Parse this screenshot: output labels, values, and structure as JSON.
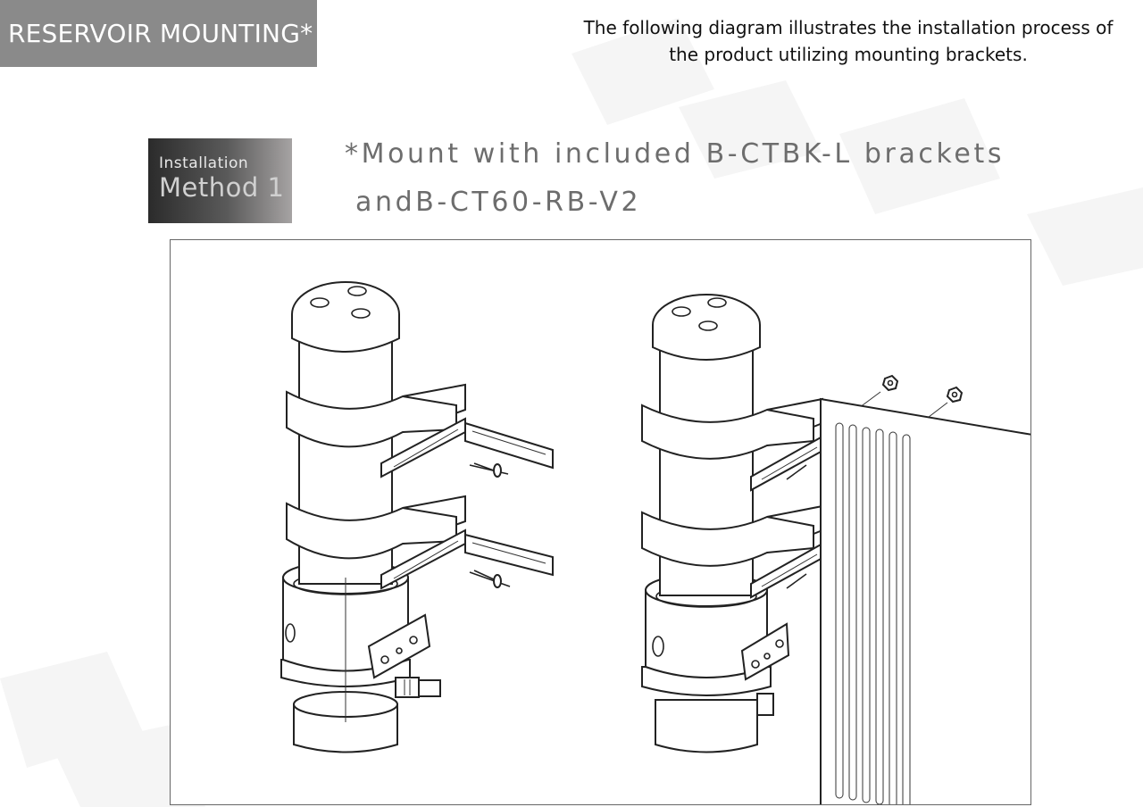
{
  "header": {
    "section_title": "RESERVOIR MOUNTING*",
    "intro_line_1": "The following diagram illustrates the installation process of",
    "intro_line_2": "the product utilizing mounting brackets."
  },
  "method": {
    "label_small": "Installation",
    "label_large": "Method 1"
  },
  "caption": {
    "line_1": "*Mount with included B-CTBK-L brackets",
    "line_2": "andB-CT60-RB-V2"
  },
  "colors": {
    "section_badge_bg": "#8a8a8a",
    "caption_text": "#6d6d6d",
    "drawing_stroke": "#222222"
  }
}
